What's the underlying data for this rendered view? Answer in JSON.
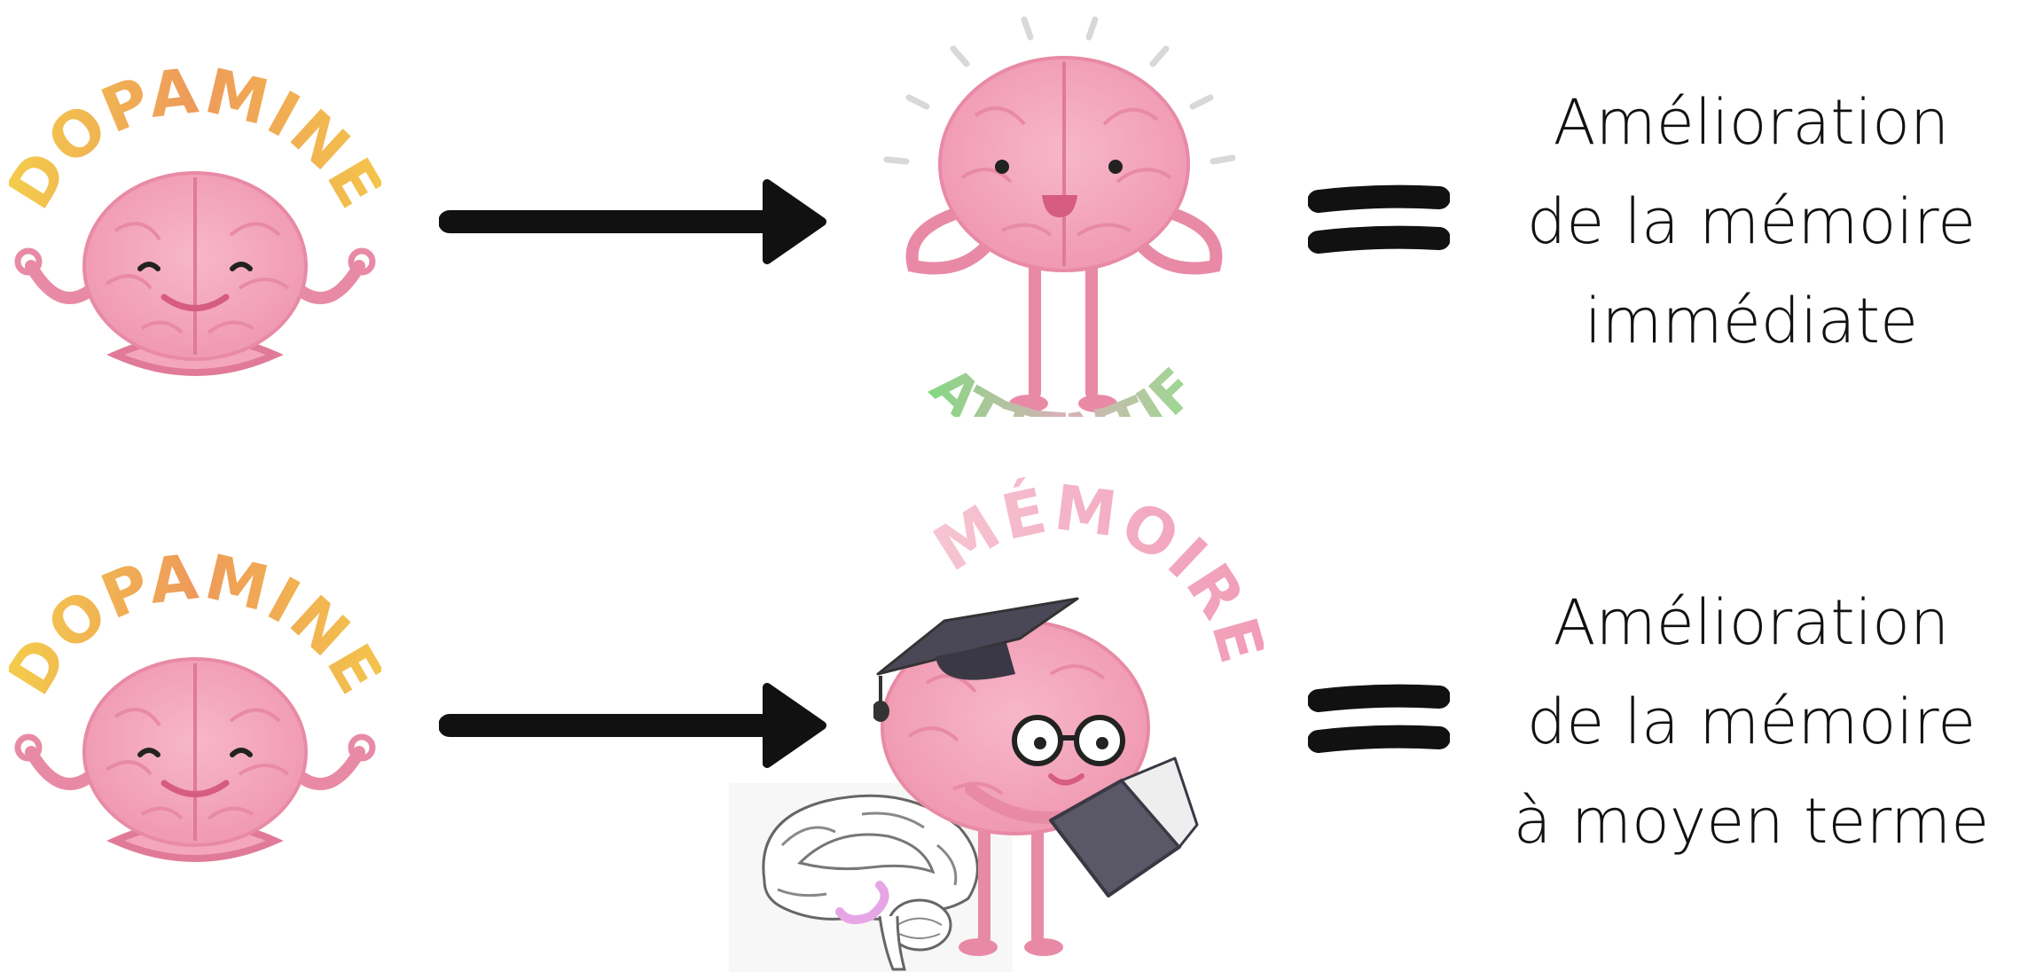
{
  "rows": [
    {
      "source_label": "DOPAMINE",
      "target_label": "ATTENTIF",
      "result_lines": [
        "Amélioration",
        "de la mémoire",
        "immédiate"
      ]
    },
    {
      "source_label": "DOPAMINE",
      "target_label": "MÉMOIRE",
      "result_lines": [
        "Amélioration",
        "de la mémoire",
        "à moyen terme"
      ]
    }
  ],
  "icons": {
    "source": "meditating-brain-icon",
    "arrow": "right-arrow-icon",
    "equals": "equals-sign-icon",
    "target_top": "attentive-brain-icon",
    "target_bottom": "graduate-brain-icon",
    "anatomy": "brain-anatomy-sketch-icon"
  },
  "colors": {
    "brain_pink": "#f4a6bd",
    "brain_dark_pink": "#e07a98",
    "dopamine_orange": "#f0b04a",
    "attentif_green": "#8fdc8f",
    "memoire_pink": "#f1a9c0",
    "ink": "#111111"
  }
}
